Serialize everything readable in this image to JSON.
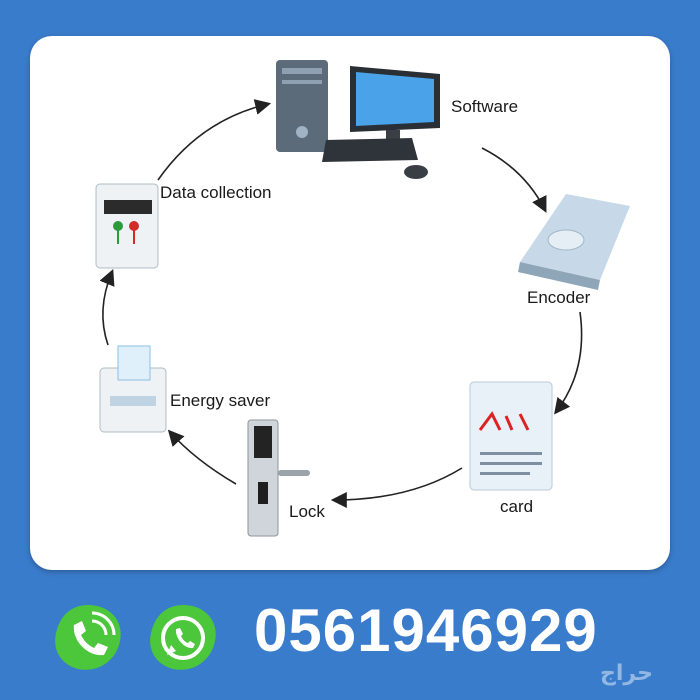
{
  "diagram": {
    "nodes": [
      {
        "id": "software",
        "label": "Software",
        "icon": "computer-icon"
      },
      {
        "id": "encoder",
        "label": "Encoder",
        "icon": "card-encoder-icon"
      },
      {
        "id": "card",
        "label": "card",
        "icon": "key-card-icon"
      },
      {
        "id": "lock",
        "label": "Lock",
        "icon": "door-lock-icon"
      },
      {
        "id": "energy",
        "label": "Energy saver",
        "icon": "energy-saver-icon"
      },
      {
        "id": "data",
        "label": "Data collection",
        "icon": "data-collector-icon"
      }
    ],
    "flow": "clockwise-cycle"
  },
  "contact": {
    "phone": "0561946929",
    "icons": [
      "phone-call-icon",
      "whatsapp-icon"
    ],
    "watermark": "حراج"
  },
  "colors": {
    "background": "#3a7ccc",
    "panel": "#ffffff",
    "icon_green": "#4cc63a"
  }
}
